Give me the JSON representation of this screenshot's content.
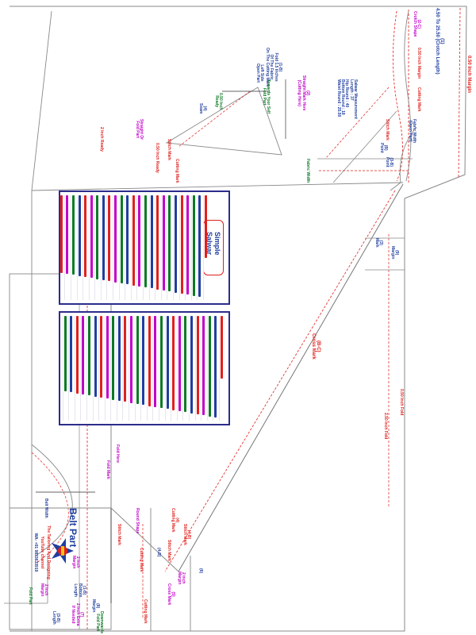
{
  "colors": {
    "red": "#e0201c",
    "blue": "#1f3ea0",
    "pink": "#c100c9",
    "green": "#0b7a23",
    "line": "#888888"
  },
  "labels": {
    "margin_top": "0.50 Inch Margin",
    "length_title": "(1)\n4.50 To 25.50 (Crotch Length)",
    "crotch_shape": "(2-C)\nCrotch Shape",
    "crotch_margin": "0.50 Inch Margin",
    "fabric_width": "Fabric Width\n(Open Part)",
    "salwar_measure": "Salwar Measurement\nLength : 37\nHip Round : 40\nBottom Round : 18\nWaist Round : 25.50",
    "straight_mark": "(2)\nStraight Mark Here\n(Cutting Here)",
    "left_side": "Left Side\nOpen Part",
    "fold_note": "(1-B)\nFold 1.5 Inches\nOf The Fabric\nOn The Cutting Mark",
    "towards_self": "Towards Your Self\nFold Part",
    "cutting_mark": "Cutting Mark",
    "stitch_mark": "Stitch Mark",
    "fabric_width_2": "Fabric Width",
    "side_point": "(B)\nPoint",
    "half_point": "(3-B)\nPoint",
    "kali_seam": "(4)\nSeam",
    "kali_ready": "0.50 Inch\nReady",
    "inch_ready": "2 Inch Ready",
    "straight_fold": "Straight Or\nFold Part",
    "half_inch_ready": "0.50 Inch Ready",
    "cutting_mark_2": "Cutting Mark",
    "stitch_mark_2": "Stitch Mark",
    "cross_mark": "(B-C)\nCross Mark",
    "fold_margin": "0.50 Inch Fold",
    "fold_margin_2": "2.50 Inch Fold",
    "fold_here": "Fold Here",
    "fold_mark": "Fold Mark",
    "belt_part": "Belt Part",
    "belt_width": "Belt Width",
    "stitch_mark_3": "Stitch Mark",
    "cutting_mark_3": "Cutting Mark",
    "round_shape": "Round Shape",
    "margin_2": "2 Inch\nMargin",
    "length_bottom": "(3-B)\nLength",
    "extra": "(7)\n2 Inch Extra\nIf Needed",
    "downwards": "Downwards\nFold Part",
    "cutting_mark_4": "Cutting Mark",
    "cross_mark_2": "(5)\nCross Mark",
    "margin_inch": "2 Inch\nMargin",
    "stitch_mark_4": "Stitch Mark",
    "fold_part": "Fold Part",
    "bottom_length": "(1-B)\nBottom\nLength",
    "margin_small": "2 Inch\nMargin",
    "point_a": "(4-B)",
    "point_6": "(6)",
    "margin_point": "(9)\nMargin",
    "mark_3": "(3)\nMark",
    "margin_3": "(8)\nMargin",
    "cut_4": "(4)\nCutting Mark",
    "stitch_4": "(4-B)\nStitch Mark"
  },
  "panel_top": {
    "title": "Simple Salwar",
    "row_count": 44
  },
  "panel_bottom": {
    "row_count": 44
  },
  "logo": {
    "line1": "The Tailoring And Designing",
    "line2": "YouTube channel",
    "line3": "WA- +91 9833633919"
  }
}
